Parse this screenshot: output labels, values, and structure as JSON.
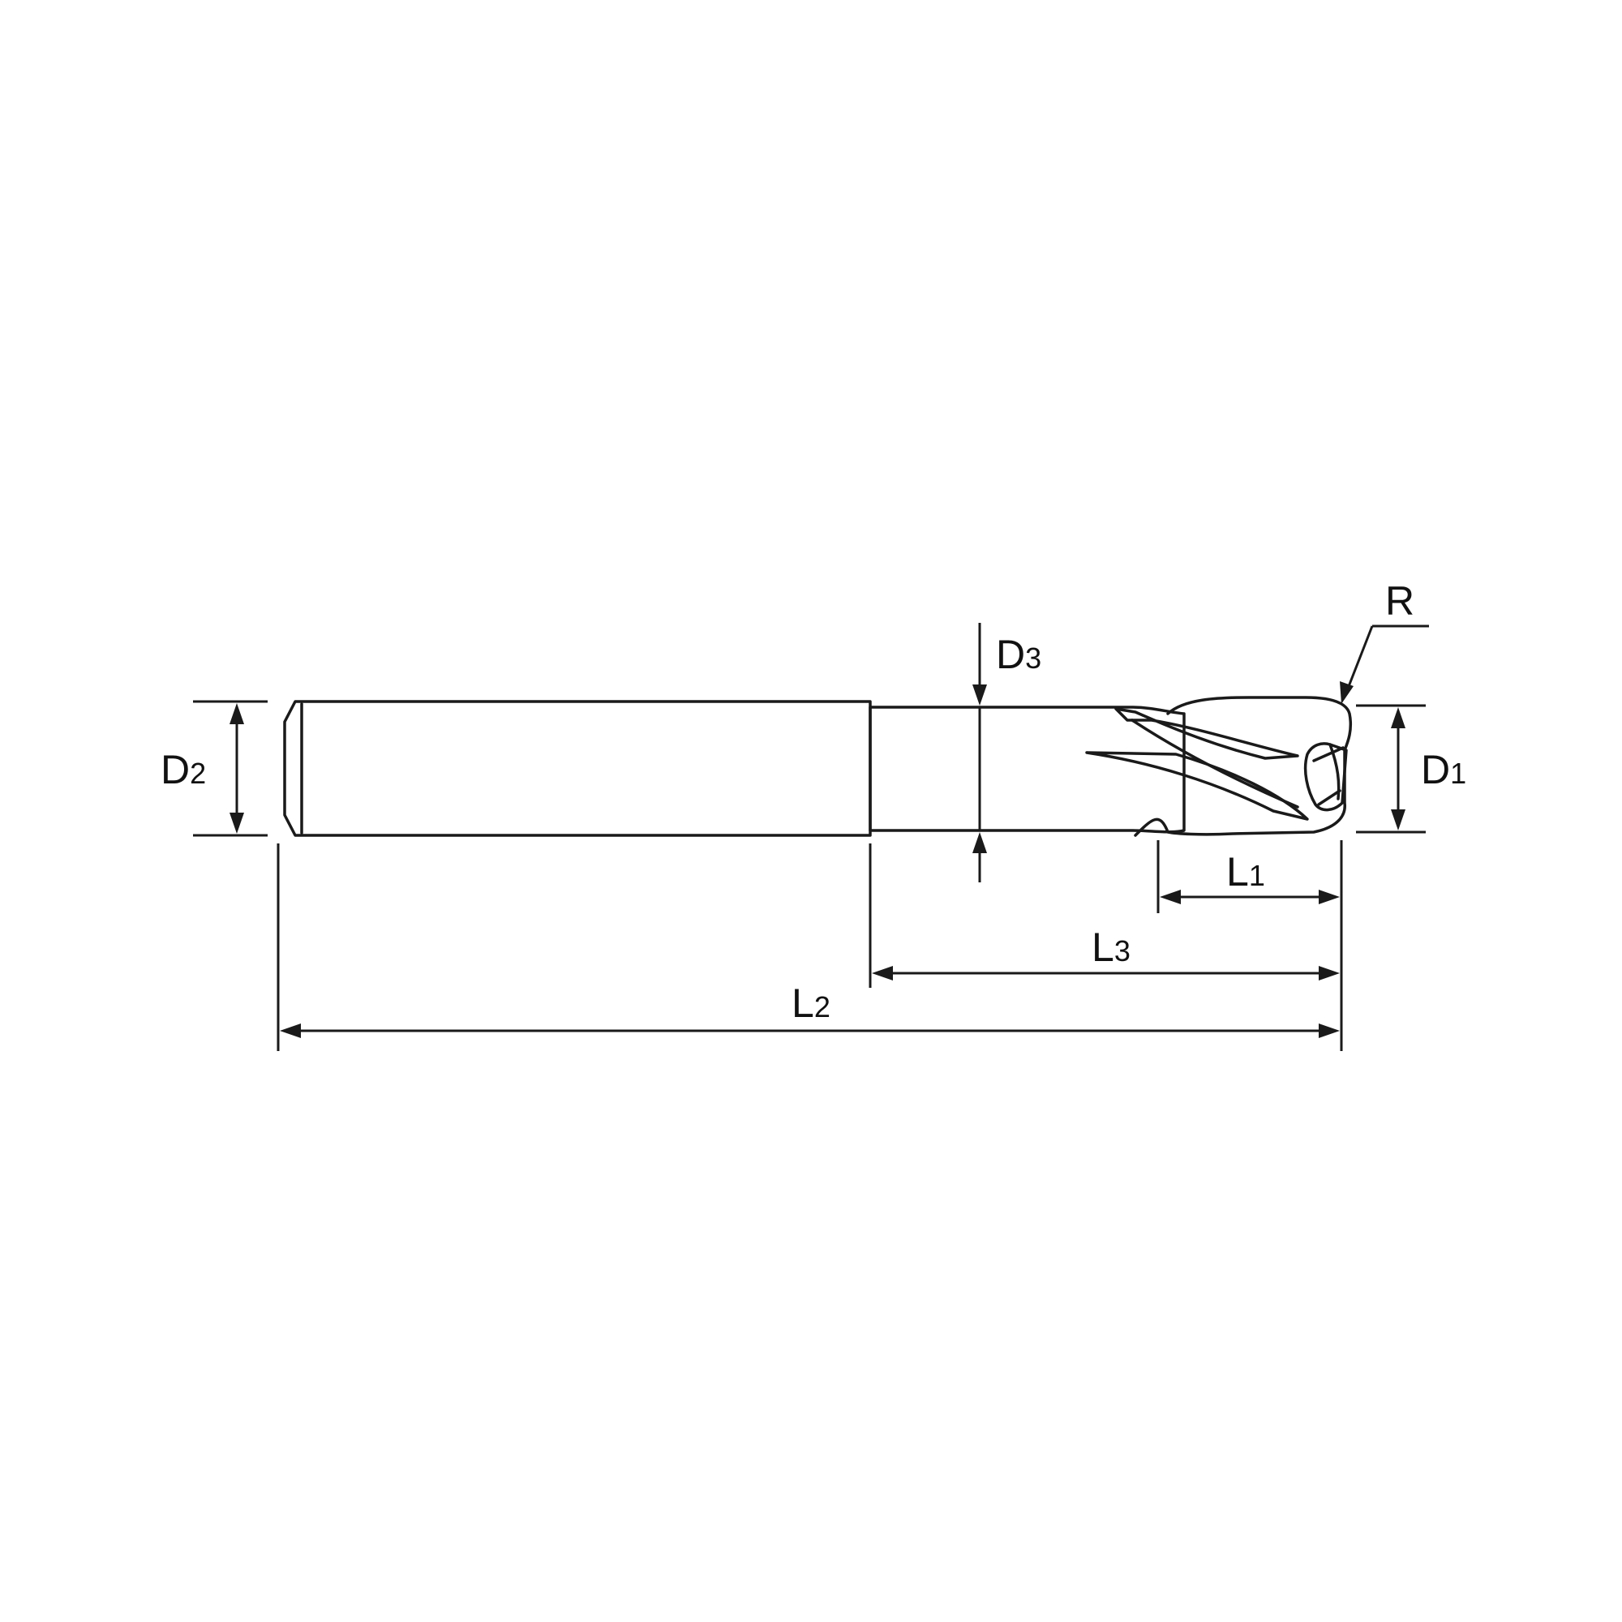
{
  "diagram": {
    "subject": "end-mill-technical-drawing",
    "labels": {
      "D1": {
        "main": "D",
        "sub": "1"
      },
      "D2": {
        "main": "D",
        "sub": "2"
      },
      "D3": {
        "main": "D",
        "sub": "3"
      },
      "L1": {
        "main": "L",
        "sub": "1"
      },
      "L2": {
        "main": "L",
        "sub": "2"
      },
      "L3": {
        "main": "L",
        "sub": "3"
      },
      "R": {
        "main": "R"
      }
    },
    "colors": {
      "line": "#1a1a1a",
      "body_light": "#ffffff",
      "body_dark": "#c9c9c9",
      "background": "#ffffff"
    }
  }
}
